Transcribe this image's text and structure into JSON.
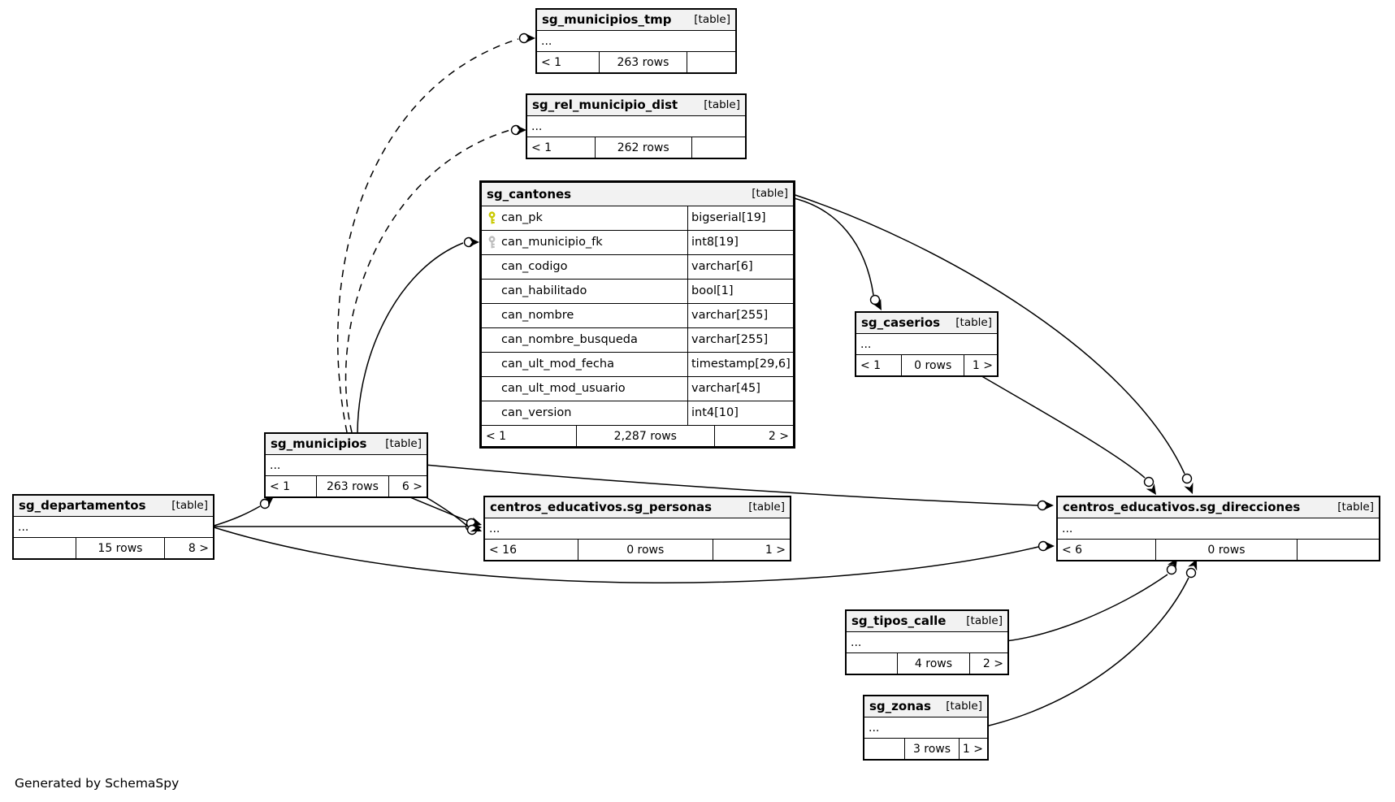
{
  "diagram": {
    "generated_by": "Generated by SchemaSpy"
  },
  "colors": {
    "primary_key": "#c9c900",
    "foreign_key": "#bdbdbd",
    "table_header_bg": "#f2f2f2"
  },
  "tables": {
    "sg_municipios_tmp": {
      "name": "sg_municipios_tmp",
      "tag": "[table]",
      "ellipsis": "...",
      "footer": {
        "left": "< 1",
        "center": "263 rows",
        "right": ""
      }
    },
    "sg_rel_municipio_dist": {
      "name": "sg_rel_municipio_dist",
      "tag": "[table]",
      "ellipsis": "...",
      "footer": {
        "left": "< 1",
        "center": "262 rows",
        "right": ""
      }
    },
    "sg_cantones": {
      "name": "sg_cantones",
      "tag": "[table]",
      "columns": [
        {
          "icon": "primary-key",
          "name": "can_pk",
          "type": "bigserial[19]"
        },
        {
          "icon": "foreign-key",
          "name": "can_municipio_fk",
          "type": "int8[19]"
        },
        {
          "icon": "",
          "name": "can_codigo",
          "type": "varchar[6]"
        },
        {
          "icon": "",
          "name": "can_habilitado",
          "type": "bool[1]"
        },
        {
          "icon": "",
          "name": "can_nombre",
          "type": "varchar[255]"
        },
        {
          "icon": "",
          "name": "can_nombre_busqueda",
          "type": "varchar[255]"
        },
        {
          "icon": "",
          "name": "can_ult_mod_fecha",
          "type": "timestamp[29,6]"
        },
        {
          "icon": "",
          "name": "can_ult_mod_usuario",
          "type": "varchar[45]"
        },
        {
          "icon": "",
          "name": "can_version",
          "type": "int4[10]"
        }
      ],
      "footer": {
        "left": "< 1",
        "center": "2,287 rows",
        "right": "2 >"
      }
    },
    "sg_caserios": {
      "name": "sg_caserios",
      "tag": "[table]",
      "ellipsis": "...",
      "footer": {
        "left": "< 1",
        "center": "0 rows",
        "right": "1 >"
      }
    },
    "sg_municipios": {
      "name": "sg_municipios",
      "tag": "[table]",
      "ellipsis": "...",
      "footer": {
        "left": "< 1",
        "center": "263 rows",
        "right": "6 >"
      }
    },
    "sg_departamentos": {
      "name": "sg_departamentos",
      "tag": "[table]",
      "ellipsis": "...",
      "footer": {
        "left": "",
        "center": "15 rows",
        "right": "8 >"
      }
    },
    "sg_personas": {
      "name": "centros_educativos.sg_personas",
      "tag": "[table]",
      "ellipsis": "...",
      "footer": {
        "left": "< 16",
        "center": "0 rows",
        "right": "1 >"
      }
    },
    "sg_direcciones": {
      "name": "centros_educativos.sg_direcciones",
      "tag": "[table]",
      "ellipsis": "...",
      "footer": {
        "left": "< 6",
        "center": "0 rows",
        "right": ""
      }
    },
    "sg_tipos_calle": {
      "name": "sg_tipos_calle",
      "tag": "[table]",
      "ellipsis": "...",
      "footer": {
        "left": "",
        "center": "4 rows",
        "right": "2 >"
      }
    },
    "sg_zonas": {
      "name": "sg_zonas",
      "tag": "[table]",
      "ellipsis": "...",
      "footer": {
        "left": "",
        "center": "3 rows",
        "right": "1 >"
      }
    }
  }
}
